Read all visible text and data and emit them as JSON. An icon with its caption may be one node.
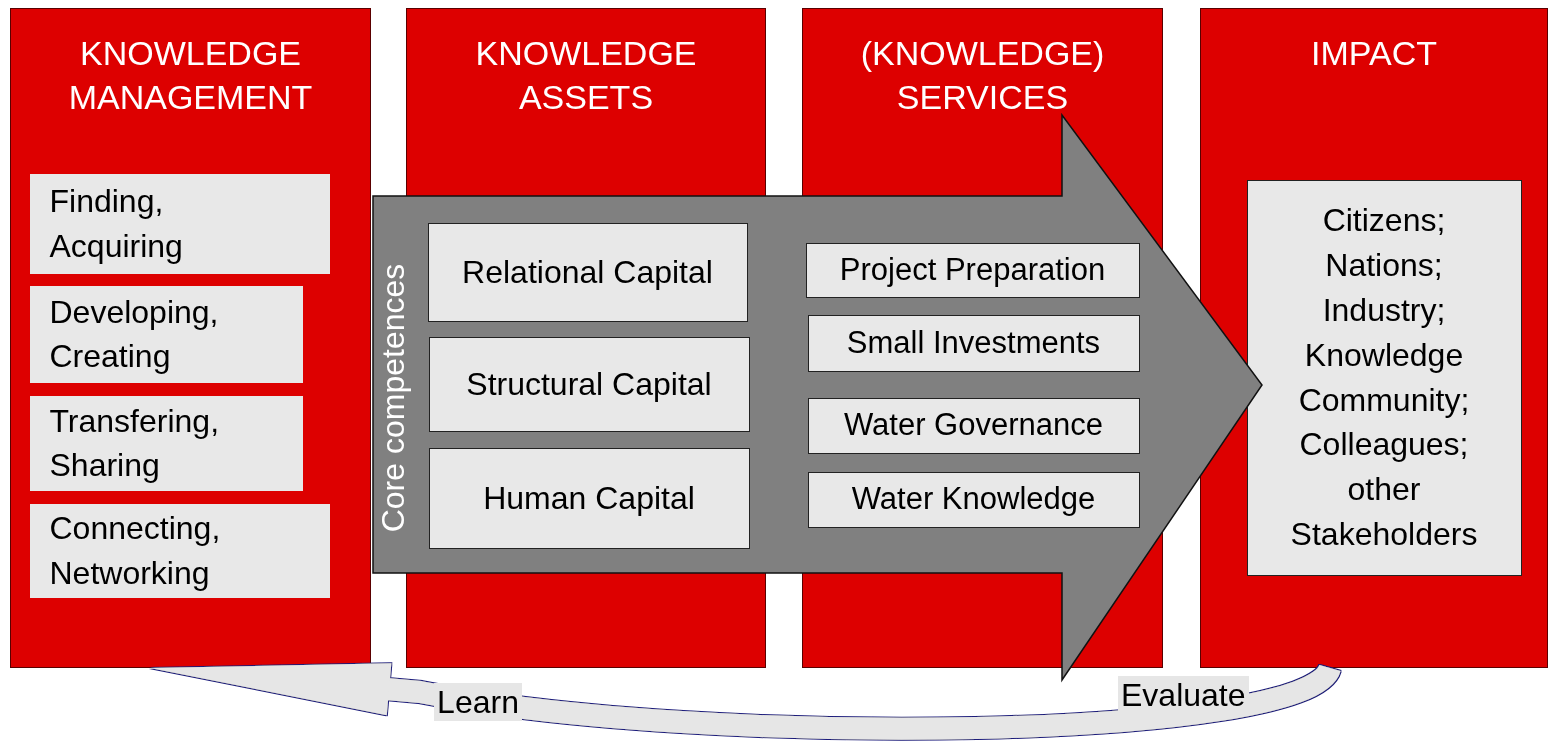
{
  "diagram": {
    "nodes": [
      {
        "text": [
          "KNOWLEDGE MANAGEMENT"
        ]
      },
      {
        "text": [
          "Finding, Acquiring"
        ],
        "in": 0
      },
      {
        "text": [
          "Developing, Creating"
        ],
        "in": 0
      },
      {
        "text": [
          "Transfering, Sharing"
        ],
        "in": 0
      },
      {
        "text": [
          "Connecting, Networking"
        ],
        "in": 0
      },
      {
        "text": [
          "KNOWLEDGE ASSETS"
        ]
      },
      {
        "text": [
          "(KNOWLEDGE) SERVICES"
        ]
      },
      {
        "text": [
          "IMPACT"
        ]
      },
      {
        "text": [
          "Core competences"
        ]
      },
      {
        "text": [
          "Relational Capital"
        ],
        "in": 5
      },
      {
        "text": [
          "Structural Capital"
        ],
        "in": 5
      },
      {
        "text": [
          "Human Capital"
        ],
        "in": 5
      },
      {
        "text": [
          "Project Preparation"
        ],
        "in": 6
      },
      {
        "text": [
          "Small Investments"
        ],
        "in": 6
      },
      {
        "text": [
          "Water Governance"
        ],
        "in": 6
      },
      {
        "text": [
          "Water Knowledge"
        ],
        "in": 6
      },
      {
        "text": [
          "Citizens; Nations; Industry; Knowledge Community; Colleagues; other Stakeholders"
        ],
        "in": 7
      }
    ],
    "edges": [
      {
        "from": 7,
        "to": 0,
        "arrow": "to",
        "label": "Learn"
      }
    ],
    "labels": [
      "Evaluate"
    ]
  }
}
